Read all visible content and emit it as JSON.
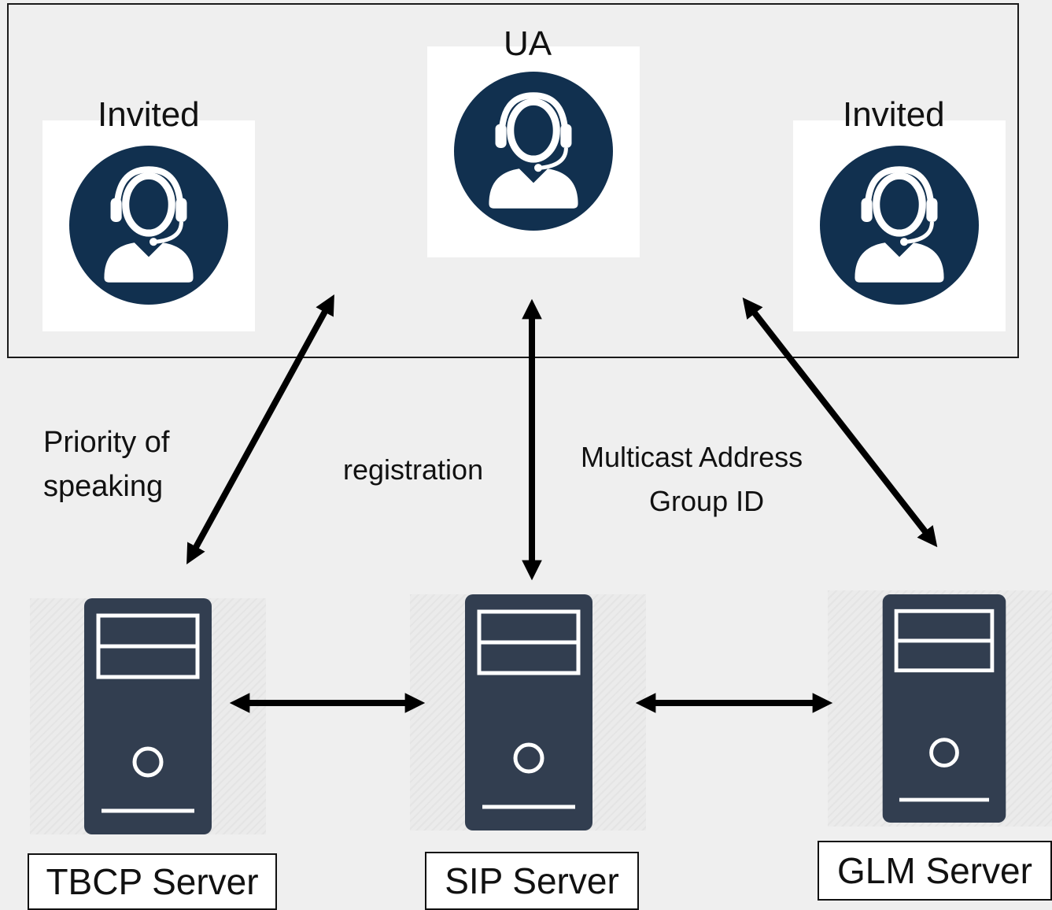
{
  "clients": {
    "left": {
      "label": "Invited",
      "icon": "headset-user-icon"
    },
    "center": {
      "label": "UA",
      "icon": "headset-user-icon"
    },
    "right": {
      "label": "Invited",
      "icon": "headset-user-icon"
    }
  },
  "edges": {
    "tbcp_to_clients": {
      "line1": "Priority of",
      "line2": "speaking"
    },
    "sip_to_clients": {
      "label": "registration"
    },
    "glm_to_clients": {
      "line1": "Multicast Address",
      "line2": "Group ID"
    }
  },
  "servers": {
    "tbcp": {
      "label": "TBCP Server",
      "icon": "server-tower-icon"
    },
    "sip": {
      "label": "SIP Server",
      "icon": "server-tower-icon"
    },
    "glm": {
      "label": "GLM Server",
      "icon": "server-tower-icon"
    }
  },
  "colors": {
    "avatar_navy": "#11304f",
    "server_slate": "#323e50",
    "arrow": "#000000",
    "background": "#efefef"
  }
}
